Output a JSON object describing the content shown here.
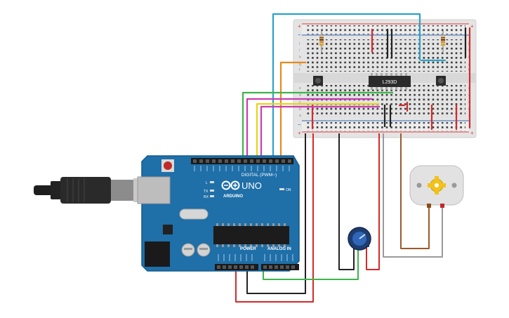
{
  "board": {
    "brand": "ARDUINO",
    "model": "UNO",
    "digital_label": "DIGITAL (PWM~)",
    "power_label": "POWER",
    "analog_label": "ANALOG IN",
    "on_label": "ON",
    "tx_label": "TX",
    "rx_label": "RX",
    "l_label": "L",
    "colors": {
      "pcb": "#1f6fa8",
      "pcb_edge": "#175c8e",
      "header": "#1a1a1a"
    }
  },
  "breadboard": {
    "chip_label": "L293D",
    "rail_plus": "+",
    "rail_minus": "−",
    "row_letters_top": [
      "j",
      "i",
      "h",
      "g",
      "f"
    ],
    "row_letters_bottom": [
      "e",
      "d",
      "c",
      "b",
      "a"
    ],
    "colors": {
      "body": "#e6e6e6",
      "hole": "#333333",
      "rail_red": "#d33",
      "rail_blue": "#2a5fa8"
    }
  },
  "wires": {
    "colors": {
      "red": "#d42a2a",
      "black": "#222222",
      "green": "#3db54a",
      "orange": "#e8891e",
      "blue": "#2ba3c8",
      "yellow": "#e8d417",
      "magenta": "#c83cb4",
      "gray": "#9a9a9a",
      "brown": "#9a5b2a"
    }
  },
  "icons": {
    "usb": "usb-cable-icon",
    "motor": "dc-motor-icon",
    "pot": "potentiometer-icon",
    "button": "pushbutton-icon",
    "resistor": "resistor-icon"
  }
}
